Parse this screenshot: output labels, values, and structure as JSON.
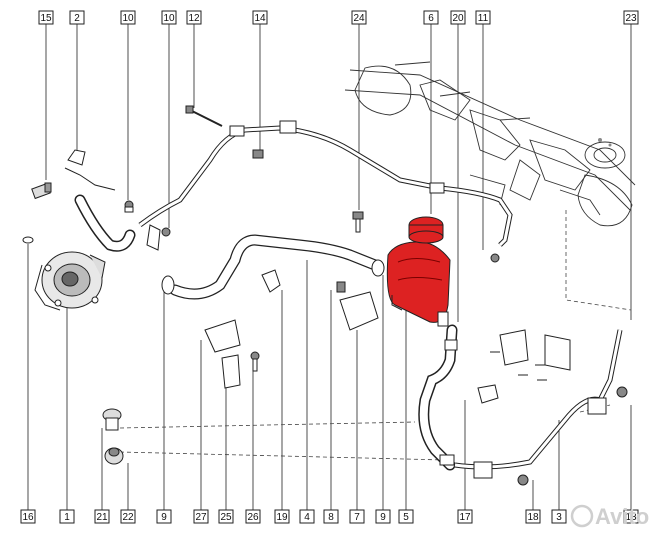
{
  "diagram": {
    "top_callouts": [
      "15",
      "2",
      "10",
      "10",
      "12",
      "14",
      "24",
      "6",
      "20",
      "11",
      "23"
    ],
    "bottom_callouts": [
      "16",
      "1",
      "21",
      "22",
      "9",
      "27",
      "25",
      "26",
      "19",
      "4",
      "8",
      "7",
      "9",
      "5",
      "17",
      "18",
      "3",
      "13"
    ],
    "accent_color": "#dd2222",
    "line_color": "#222222"
  },
  "watermark": {
    "text": "Avito"
  }
}
